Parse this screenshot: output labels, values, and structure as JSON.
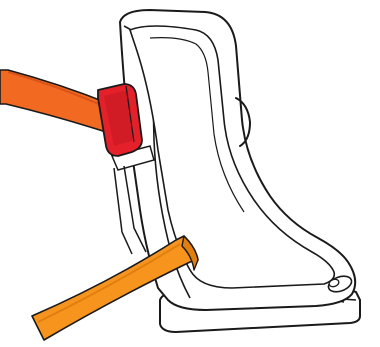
{
  "colors": {
    "background": "#ffffff",
    "outline": "#1a1a1a",
    "seat_fill": "#ffffff",
    "diagonal_belt": "#f26a21",
    "diagonal_belt_shadow": "#d9541a",
    "lap_belt": "#f7941d",
    "lap_belt_shadow": "#e07f10",
    "clip": "#e4202a",
    "clip_shadow": "#b0151d"
  },
  "icons": {
    "illustration": "child-car-seat-illustration",
    "diagonal_belt": "diagonal-shoulder-belt",
    "lap_belt": "lap-belt",
    "clip": "belt-lock-clip"
  }
}
